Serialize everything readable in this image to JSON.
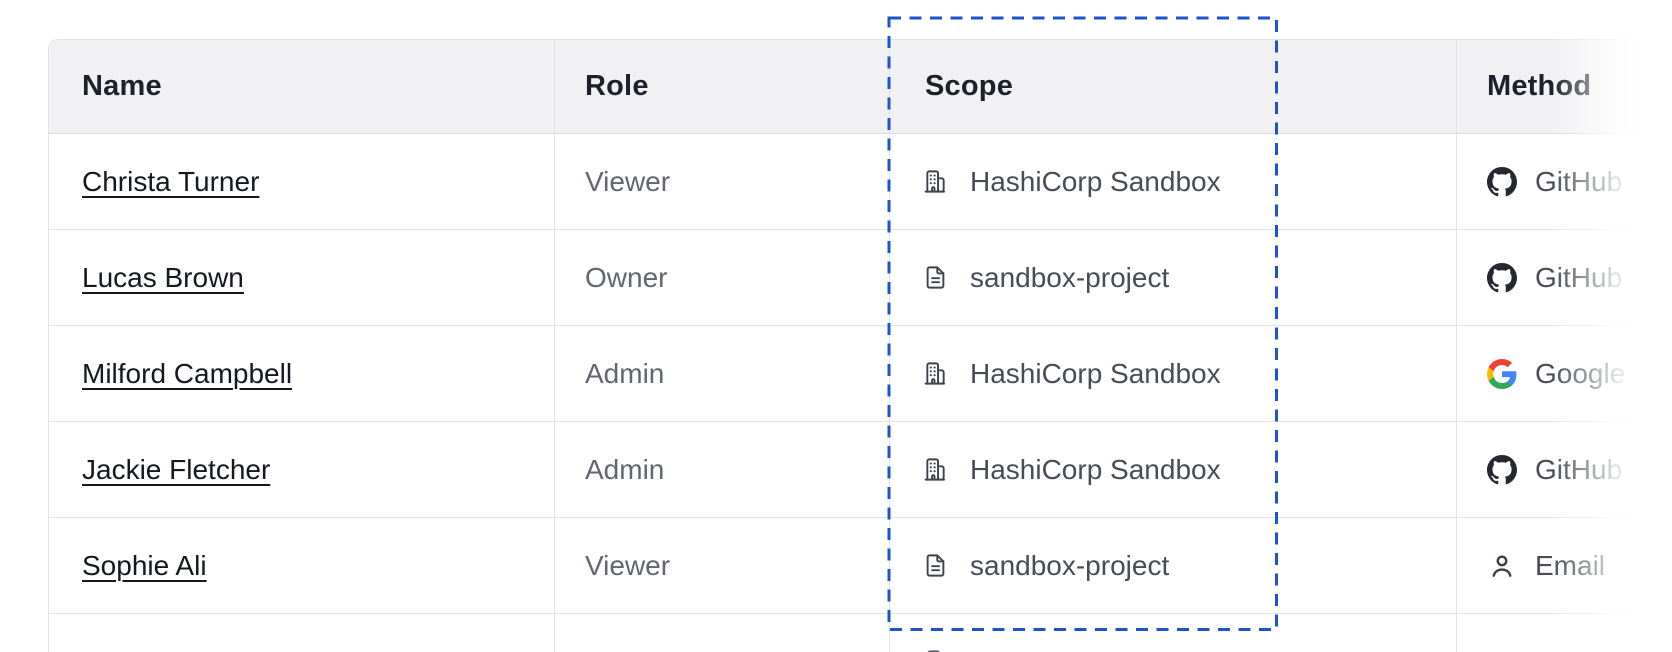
{
  "table": {
    "columns": [
      {
        "key": "name",
        "label": "Name"
      },
      {
        "key": "role",
        "label": "Role"
      },
      {
        "key": "scope",
        "label": "Scope"
      },
      {
        "key": "method",
        "label": "Method"
      }
    ],
    "rows": [
      {
        "name": "Christa Turner",
        "role": "Viewer",
        "scope": {
          "icon": "org",
          "label": "HashiCorp Sandbox"
        },
        "method": {
          "icon": "github",
          "label": "GitHub"
        }
      },
      {
        "name": "Lucas Brown",
        "role": "Owner",
        "scope": {
          "icon": "file",
          "label": "sandbox-project"
        },
        "method": {
          "icon": "github",
          "label": "GitHub"
        }
      },
      {
        "name": "Milford Campbell",
        "role": "Admin",
        "scope": {
          "icon": "org",
          "label": "HashiCorp Sandbox"
        },
        "method": {
          "icon": "google",
          "label": "Google"
        }
      },
      {
        "name": "Jackie Fletcher",
        "role": "Admin",
        "scope": {
          "icon": "org",
          "label": "HashiCorp Sandbox"
        },
        "method": {
          "icon": "github",
          "label": "GitHub"
        }
      },
      {
        "name": "Sophie Ali",
        "role": "Viewer",
        "scope": {
          "icon": "file",
          "label": "sandbox-project"
        },
        "method": {
          "icon": "user",
          "label": "Email"
        }
      }
    ],
    "partial_row": {
      "visible": true,
      "scope_icon": "org"
    }
  },
  "annotation": {
    "highlighted_column": "Scope",
    "highlight_color": "#1d54cd"
  },
  "colors": {
    "header_bg": "#f1f1f3",
    "border": "#e1e2e6",
    "header_text": "#1d2129",
    "cell_text_muted": "#61666f",
    "cell_text": "#474c55",
    "github_icon": "#24292f"
  }
}
